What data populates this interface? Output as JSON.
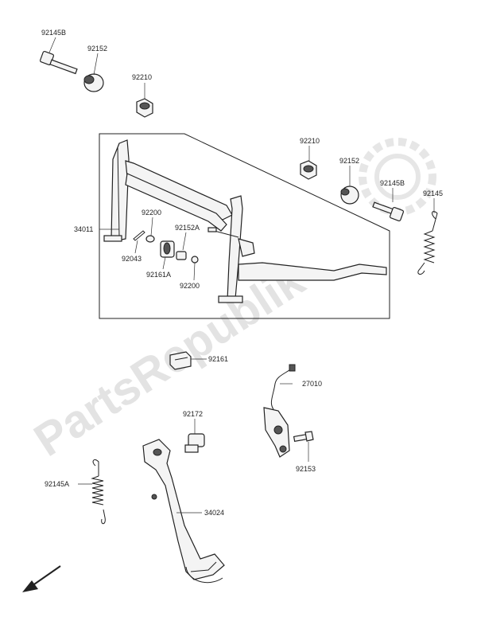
{
  "watermark": "PartsRepublik",
  "labels": {
    "l92145B_top": "92145B",
    "l92152_top": "92152",
    "l92210_top": "92210",
    "l34011": "34011",
    "l92210_right": "92210",
    "l92152_right": "92152",
    "l92145B_right": "92145B",
    "l92145": "92145",
    "l92200_a": "92200",
    "l92152A": "92152A",
    "l92043": "92043",
    "l92161A": "92161A",
    "l92200_b": "92200",
    "l92161": "92161",
    "l27010": "27010",
    "l92172": "92172",
    "l92153": "92153",
    "l92145A": "92145A",
    "l34024": "34024"
  }
}
